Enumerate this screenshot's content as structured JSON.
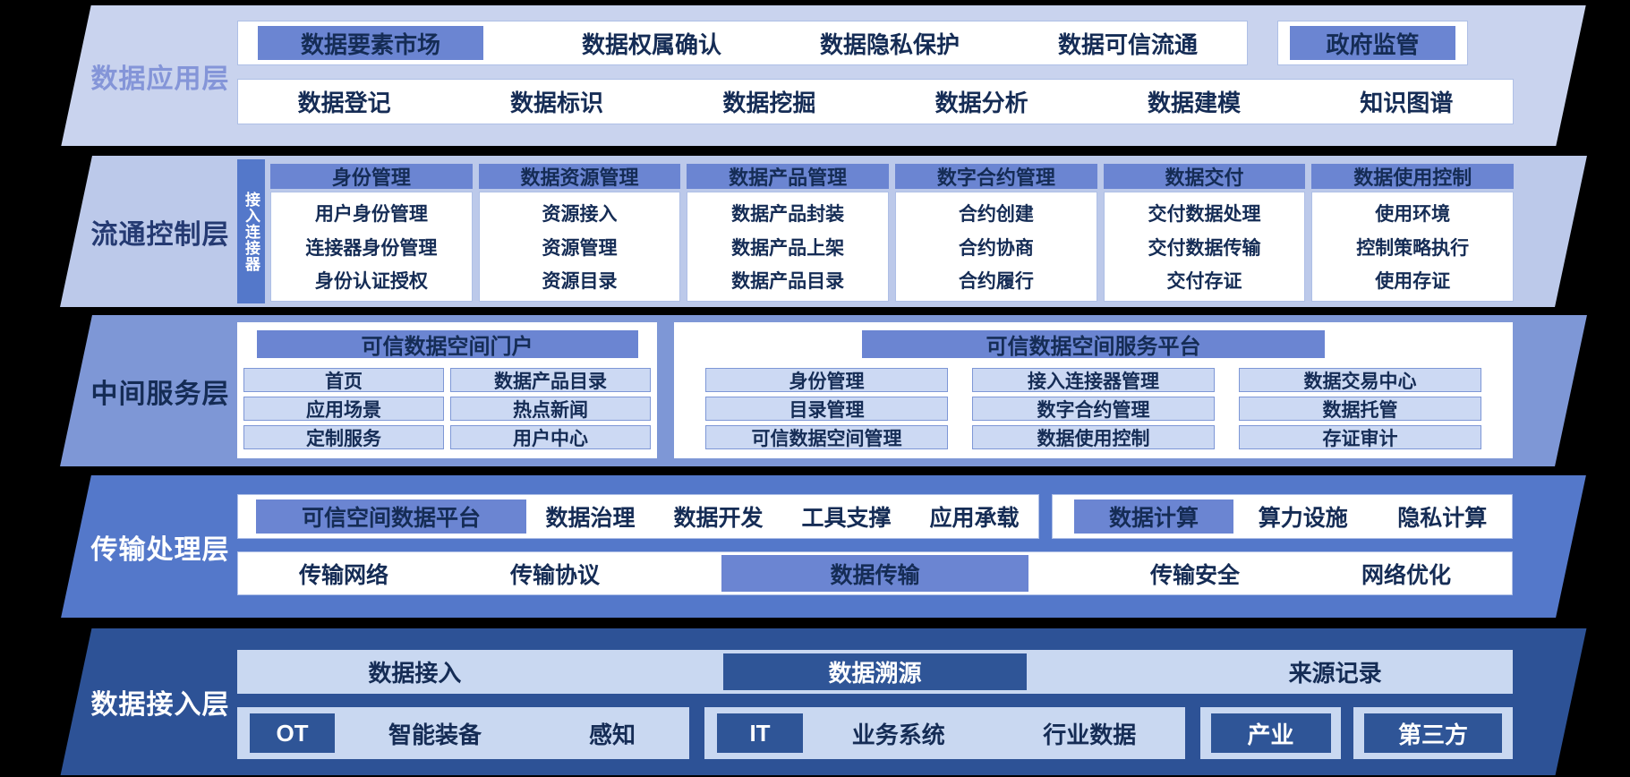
{
  "colors": {
    "background": "#000000",
    "layer1_bg": "#c9d3ee",
    "layer2_bg": "#bcc9ea",
    "layer3_bg": "#7e97d6",
    "layer4_bg": "#5478ca",
    "layer5_bg": "#2d5296",
    "highlight_blue": "#6b85d2",
    "dark_highlight_blue": "#2f5597",
    "cell_blue": "#ccd9f3",
    "panel_light_blue": "#c9d8f1",
    "text_navy": "#152c55"
  },
  "layers": {
    "app": {
      "label": "数据应用层",
      "row1": {
        "market": "数据要素市场",
        "items": [
          "数据权属确认",
          "数据隐私保护",
          "数据可信流通"
        ],
        "gov": "政府监管"
      },
      "row2": [
        "数据登记",
        "数据标识",
        "数据挖掘",
        "数据分析",
        "数据建模",
        "知识图谱"
      ]
    },
    "control": {
      "label": "流通控制层",
      "connector_tab": "接入连接器",
      "columns": [
        {
          "header": "身份管理",
          "items": [
            "用户身份管理",
            "连接器身份管理",
            "身份认证授权"
          ]
        },
        {
          "header": "数据资源管理",
          "items": [
            "资源接入",
            "资源管理",
            "资源目录"
          ]
        },
        {
          "header": "数据产品管理",
          "items": [
            "数据产品封装",
            "数据产品上架",
            "数据产品目录"
          ]
        },
        {
          "header": "数字合约管理",
          "items": [
            "合约创建",
            "合约协商",
            "合约履行"
          ]
        },
        {
          "header": "数据交付",
          "items": [
            "交付数据处理",
            "交付数据传输",
            "交付存证"
          ]
        },
        {
          "header": "数据使用控制",
          "items": [
            "使用环境",
            "控制策略执行",
            "使用存证"
          ]
        }
      ]
    },
    "middle": {
      "label": "中间服务层",
      "portal": {
        "header": "可信数据空间门户",
        "cells": [
          "首页",
          "数据产品目录",
          "应用场景",
          "热点新闻",
          "定制服务",
          "用户中心"
        ]
      },
      "platform": {
        "header": "可信数据空间服务平台",
        "cells": [
          "身份管理",
          "接入连接器管理",
          "数据交易中心",
          "目录管理",
          "数字合约管理",
          "数据托管",
          "可信数据空间管理",
          "数据使用控制",
          "存证审计"
        ]
      }
    },
    "transport": {
      "label": "传输处理层",
      "platform_panel": {
        "highlight": "可信空间数据平台",
        "items": [
          "数据治理",
          "数据开发",
          "工具支撑",
          "应用承载"
        ]
      },
      "compute_panel": {
        "highlight": "数据计算",
        "items": [
          "算力设施",
          "隐私计算"
        ]
      },
      "network_row": {
        "items_before": [
          "传输网络",
          "传输协议"
        ],
        "highlight": "数据传输",
        "items_after": [
          "传输安全",
          "网络优化"
        ]
      }
    },
    "access": {
      "label": "数据接入层",
      "row1": {
        "item_before": "数据接入",
        "highlight": "数据溯源",
        "item_after": "来源记录"
      },
      "row2": [
        {
          "highlight": "OT",
          "items": [
            "智能装备",
            "感知"
          ]
        },
        {
          "highlight": "IT",
          "items": [
            "业务系统",
            "行业数据"
          ]
        },
        {
          "highlight": "产业"
        },
        {
          "highlight": "第三方"
        }
      ]
    }
  }
}
